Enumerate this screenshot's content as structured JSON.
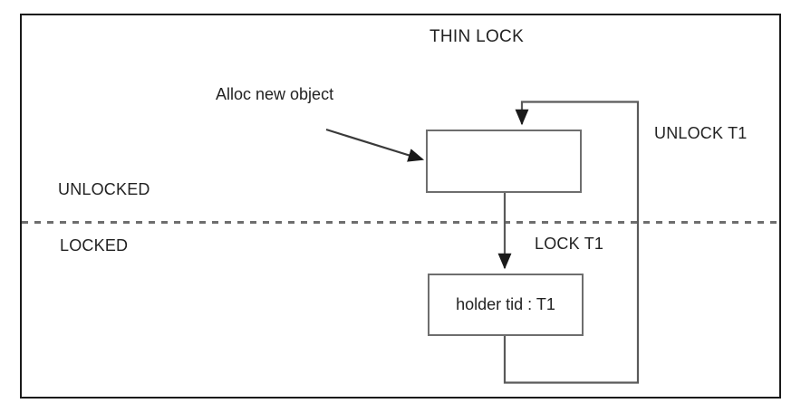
{
  "diagram": {
    "title": "THIN LOCK",
    "type": "state-transition-diagram",
    "frame": {
      "border_color": "#1a1a1a",
      "background": "#ffffff"
    },
    "divider": {
      "name": "locked-unlocked-divider",
      "style": "dashed",
      "color": "#6e6e6e",
      "above_label": "UNLOCKED",
      "below_label": "LOCKED"
    },
    "regions": {
      "unlocked_label": "UNLOCKED",
      "locked_label": "LOCKED"
    },
    "nodes": [
      {
        "id": "unlocked-object",
        "label": "",
        "region": "UNLOCKED",
        "border_color": "#6e6e6e"
      },
      {
        "id": "holder-tid",
        "label": "holder tid : T1",
        "region": "LOCKED",
        "border_color": "#6e6e6e"
      }
    ],
    "annotations": [
      {
        "id": "alloc-annotation",
        "text": "Alloc new object"
      }
    ],
    "edges": [
      {
        "id": "alloc-edge",
        "label": "Alloc new object",
        "from": "annotation",
        "to": "unlocked-object",
        "style": "solid-arrow"
      },
      {
        "id": "lock-edge",
        "label": "LOCK T1",
        "from": "unlocked-object",
        "to": "holder-tid",
        "style": "solid-arrow"
      },
      {
        "id": "unlock-edge",
        "label": "UNLOCK T1",
        "from": "holder-tid",
        "to": "unlocked-object",
        "style": "solid-arrow-feedback"
      }
    ],
    "edge_labels": {
      "lock": "LOCK T1",
      "unlock": "UNLOCK T1"
    },
    "colors": {
      "frame": "#1a1a1a",
      "box_border": "#6e6e6e",
      "connector": "#5a5a5a",
      "arrowhead": "#1a1a1a",
      "text": "#222222",
      "background": "#ffffff"
    }
  }
}
